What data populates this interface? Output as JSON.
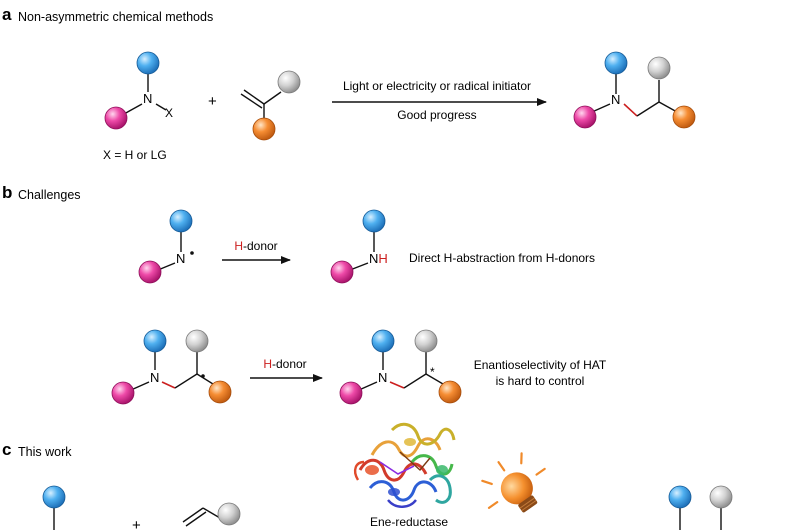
{
  "colors": {
    "blue": "#3a9ae0",
    "pink": "#e0399a",
    "orange": "#f0862a",
    "grey": "#c8c8c8",
    "red": "#cc1f1f",
    "black": "#111111"
  },
  "panel_a": {
    "letter": "a",
    "title": "Non-asymmetric chemical methods",
    "atom_n": "N",
    "atom_x": "X",
    "plus": "+",
    "x_note": "X = H or LG",
    "arrow_top": "Light or electricity or radical initiator",
    "arrow_bottom": "Good progress",
    "product_n": "N"
  },
  "panel_b": {
    "letter": "b",
    "title": "Challenges",
    "row1": {
      "radical_n": "N",
      "donor_h": "H",
      "donor_rest": "-donor",
      "product_n": "N",
      "product_h": "H",
      "note": "Direct H-abstraction from H-donors"
    },
    "row2": {
      "radical_n": "N",
      "donor_h": "H",
      "donor_rest": "-donor",
      "product_n": "N",
      "star": "*",
      "note_line1": "Enantioselectivity of HAT",
      "note_line2": "is hard to control"
    }
  },
  "panel_c": {
    "letter": "c",
    "title": "This work",
    "plus": "+",
    "enzyme_label": "Ene-reductase",
    "light_icon": "light-bulb-icon",
    "enzyme_icon": "protein-ribbon-icon"
  }
}
